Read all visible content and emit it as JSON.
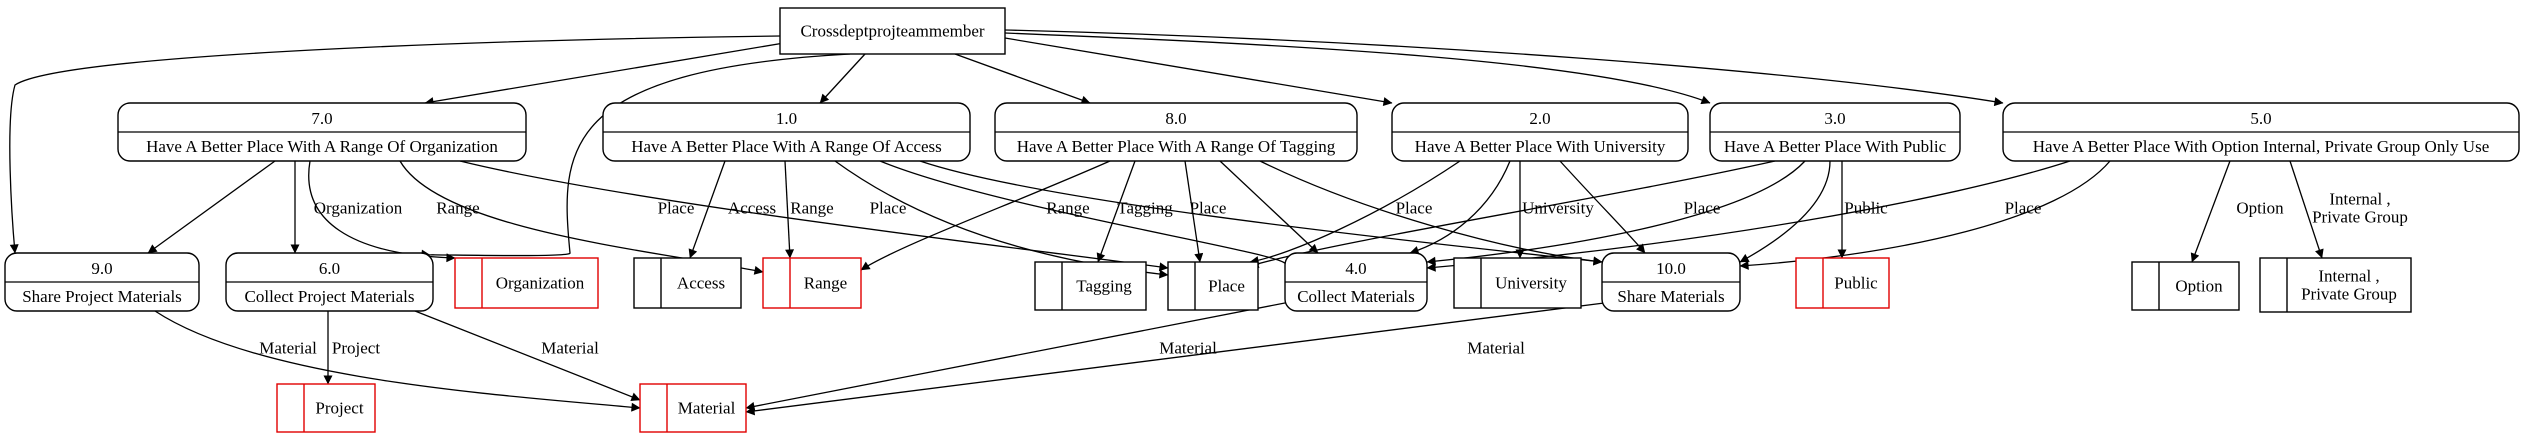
{
  "diagram": {
    "entity": {
      "label": "Crossdeptprojteammember"
    },
    "processes": [
      {
        "id": "p7",
        "number": "7.0",
        "title": "Have A Better Place With A Range Of Organization"
      },
      {
        "id": "p1",
        "number": "1.0",
        "title": "Have A Better Place With A Range Of Access"
      },
      {
        "id": "p8",
        "number": "8.0",
        "title": "Have A Better Place With A Range Of Tagging"
      },
      {
        "id": "p2",
        "number": "2.0",
        "title": "Have A Better Place With University"
      },
      {
        "id": "p3",
        "number": "3.0",
        "title": "Have A Better Place With Public"
      },
      {
        "id": "p5",
        "number": "5.0",
        "title": "Have A Better Place With Option Internal, Private Group Only Use"
      },
      {
        "id": "p9",
        "number": "9.0",
        "title": "Share Project Materials"
      },
      {
        "id": "p6",
        "number": "6.0",
        "title": "Collect Project Materials"
      },
      {
        "id": "p4",
        "number": "4.0",
        "title": "Collect Materials"
      },
      {
        "id": "p10",
        "number": "10.0",
        "title": "Share Materials"
      }
    ],
    "stores": [
      {
        "id": "organization",
        "label": "Organization",
        "highlight": true
      },
      {
        "id": "access",
        "label": "Access",
        "highlight": false
      },
      {
        "id": "range",
        "label": "Range",
        "highlight": true
      },
      {
        "id": "tagging",
        "label": "Tagging",
        "highlight": false
      },
      {
        "id": "place",
        "label": "Place",
        "highlight": false
      },
      {
        "id": "university",
        "label": "University",
        "highlight": false
      },
      {
        "id": "public",
        "label": "Public",
        "highlight": true
      },
      {
        "id": "option",
        "label": "Option",
        "highlight": false
      },
      {
        "id": "internal",
        "label": "Internal ,\nPrivate Group",
        "highlight": false
      },
      {
        "id": "project",
        "label": "Project",
        "highlight": true
      },
      {
        "id": "material",
        "label": "Material",
        "highlight": true
      }
    ],
    "edge_labels": {
      "organization": "Organization",
      "range": "Range",
      "place": "Place",
      "access": "Access",
      "tagging": "Tagging",
      "university": "University",
      "public": "Public",
      "option": "Option",
      "internal": "Internal ,\nPrivate Group",
      "material": "Material",
      "project": "Project"
    },
    "colors": {
      "line": "#000000",
      "highlight": "#e00000",
      "background": "#ffffff"
    }
  }
}
